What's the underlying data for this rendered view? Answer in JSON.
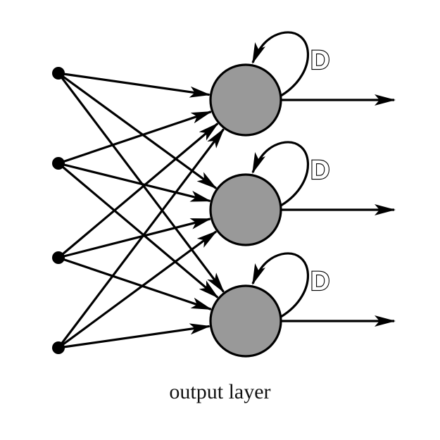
{
  "diagram": {
    "caption": "output layer",
    "delay_label": "D",
    "colors": {
      "line": "#000000",
      "neuron_fill": "#999999",
      "background": "#ffffff"
    },
    "input_nodes": [
      "input-1",
      "input-2",
      "input-3",
      "input-4"
    ],
    "output_neurons": [
      {
        "id": "neuron-1",
        "delay_label": "D"
      },
      {
        "id": "neuron-2",
        "delay_label": "D"
      },
      {
        "id": "neuron-3",
        "delay_label": "D"
      }
    ]
  }
}
